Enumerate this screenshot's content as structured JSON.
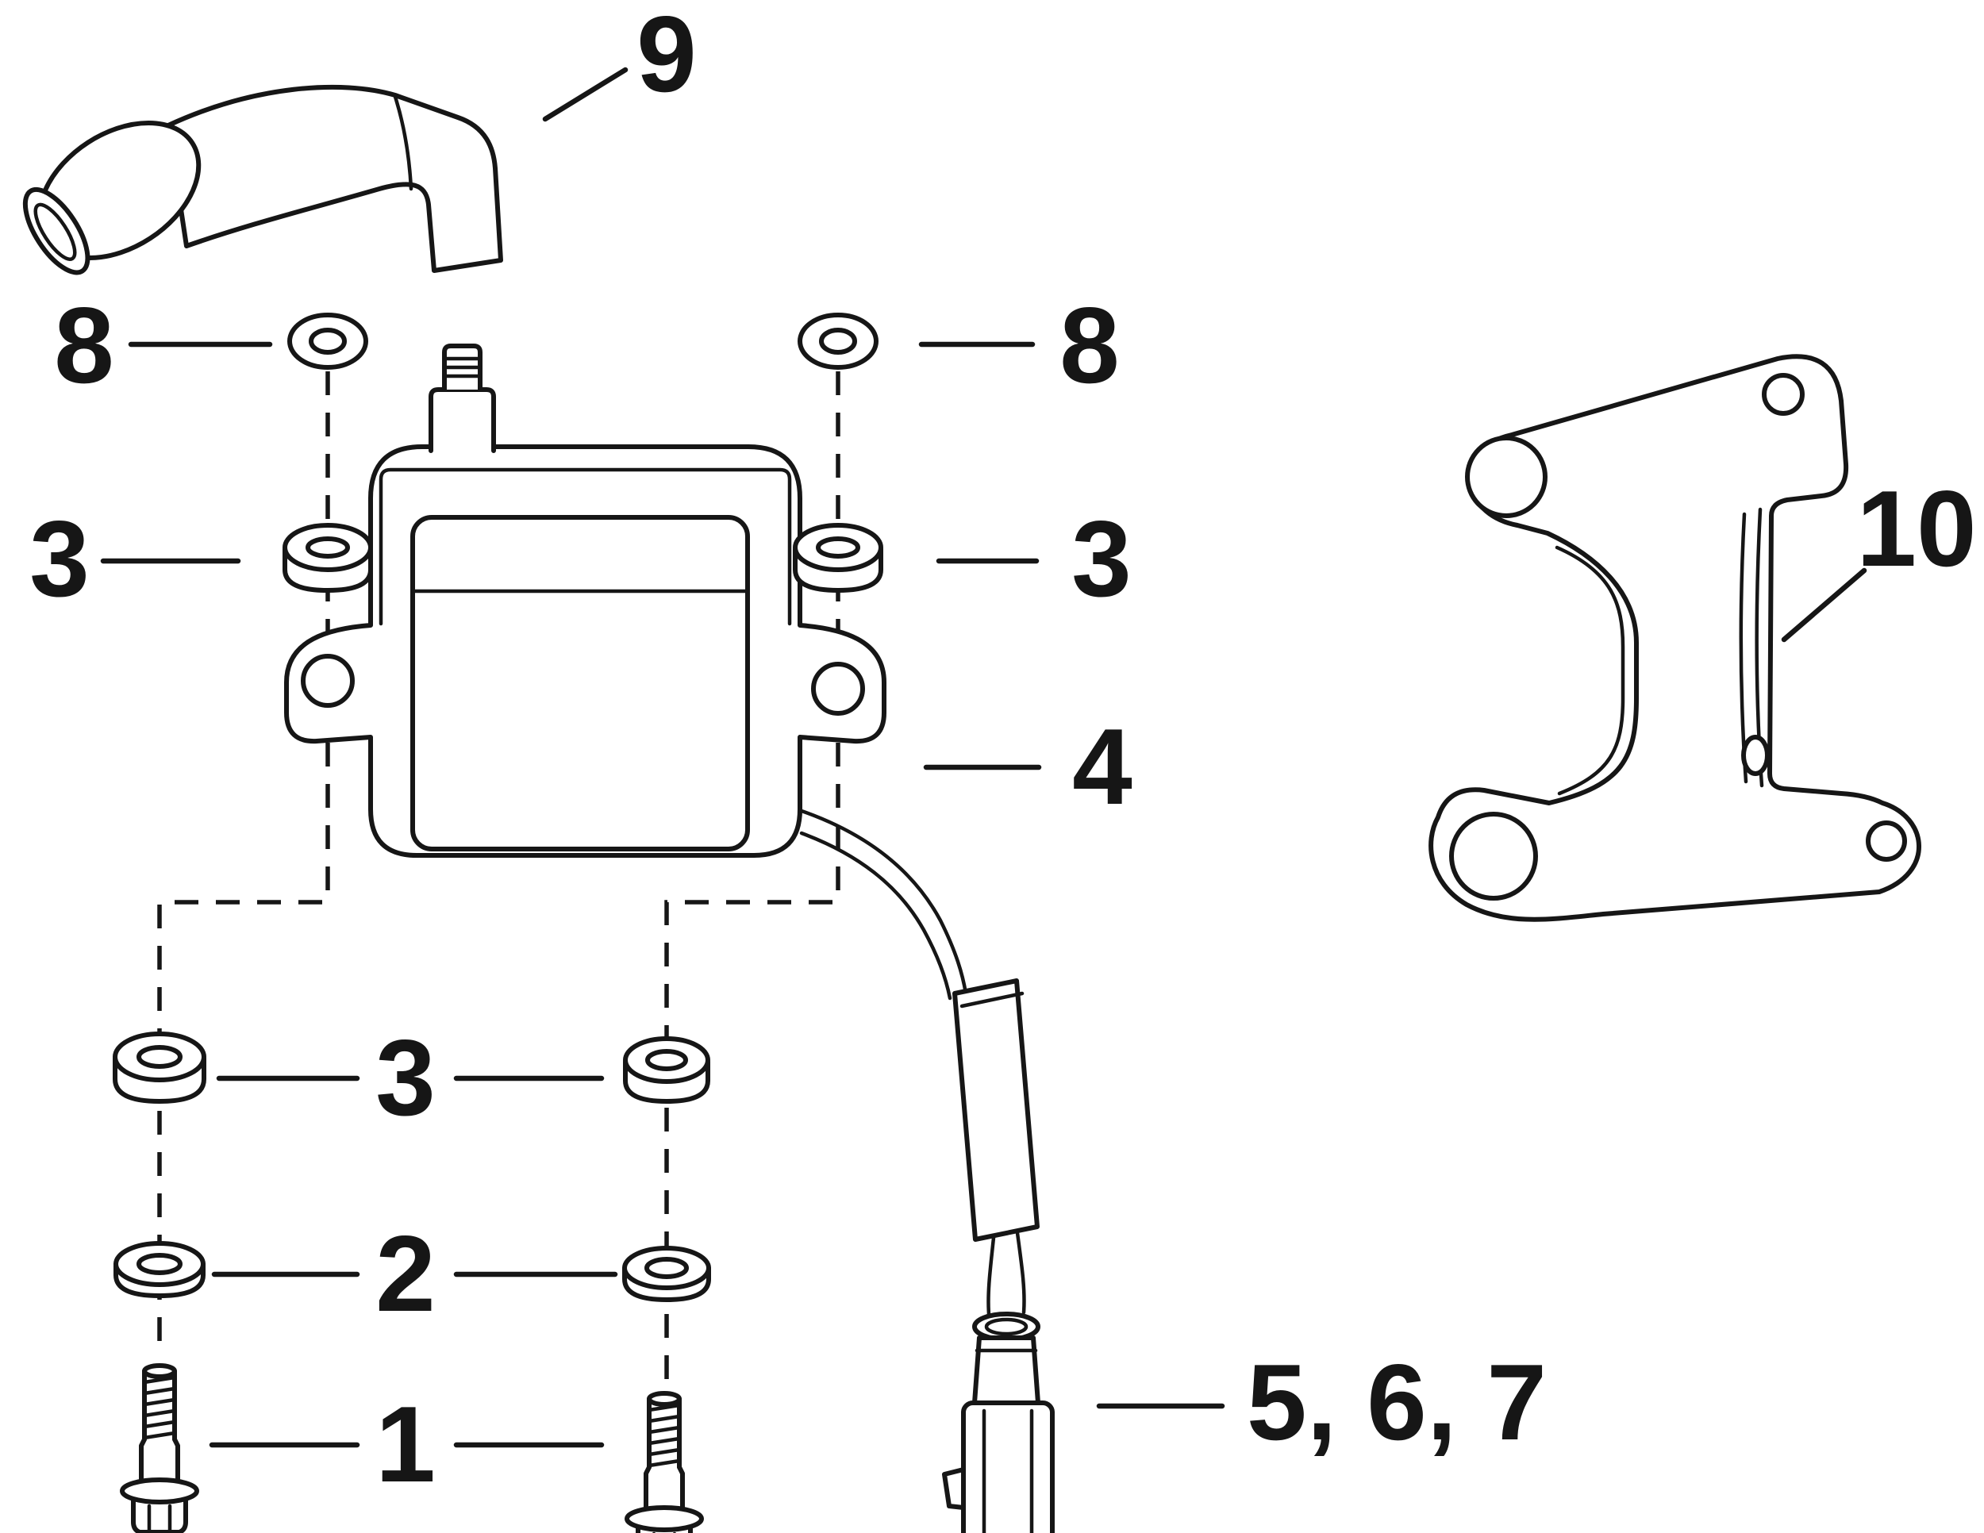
{
  "page": {
    "background_color": "#ffffff",
    "ink_color": "#161616",
    "type": "exploded-parts-diagram"
  },
  "callouts": {
    "boot": "9",
    "washer_top_left": "8",
    "washer_top_right": "8",
    "grommet_upper_left": "3",
    "grommet_upper_right": "3",
    "coil": "4",
    "bracket": "10",
    "grommet_lower": "3",
    "washer_lower": "2",
    "bolt": "1",
    "connector_group": "5, 6, 7"
  }
}
